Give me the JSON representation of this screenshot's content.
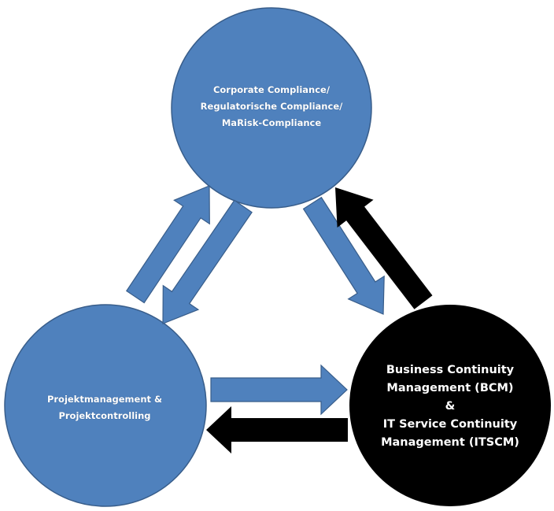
{
  "colors": {
    "blue_fill": "#4f81bd",
    "blue_stroke": "#385d8a",
    "black_fill": "#000000",
    "text": "#ffffff",
    "background": "#ffffff"
  },
  "nodes": {
    "top": {
      "fill": "blue",
      "lines": [
        "Corporate Compliance/",
        "Regulatorische Compliance/",
        "MaRisk-Compliance"
      ]
    },
    "left": {
      "fill": "blue",
      "lines": [
        "Projektmanagement &",
        "Projektcontrolling"
      ]
    },
    "right": {
      "fill": "black",
      "lines": [
        "Business Continuity",
        "Management (BCM)",
        "&",
        "IT Service Continuity",
        "Management (ITSCM)"
      ]
    }
  },
  "edges": [
    {
      "from": "left",
      "to": "top",
      "color": "blue"
    },
    {
      "from": "top",
      "to": "left",
      "color": "blue"
    },
    {
      "from": "top",
      "to": "right",
      "color": "blue"
    },
    {
      "from": "right",
      "to": "top",
      "color": "black"
    },
    {
      "from": "left",
      "to": "right",
      "color": "blue"
    },
    {
      "from": "right",
      "to": "left",
      "color": "black"
    }
  ]
}
